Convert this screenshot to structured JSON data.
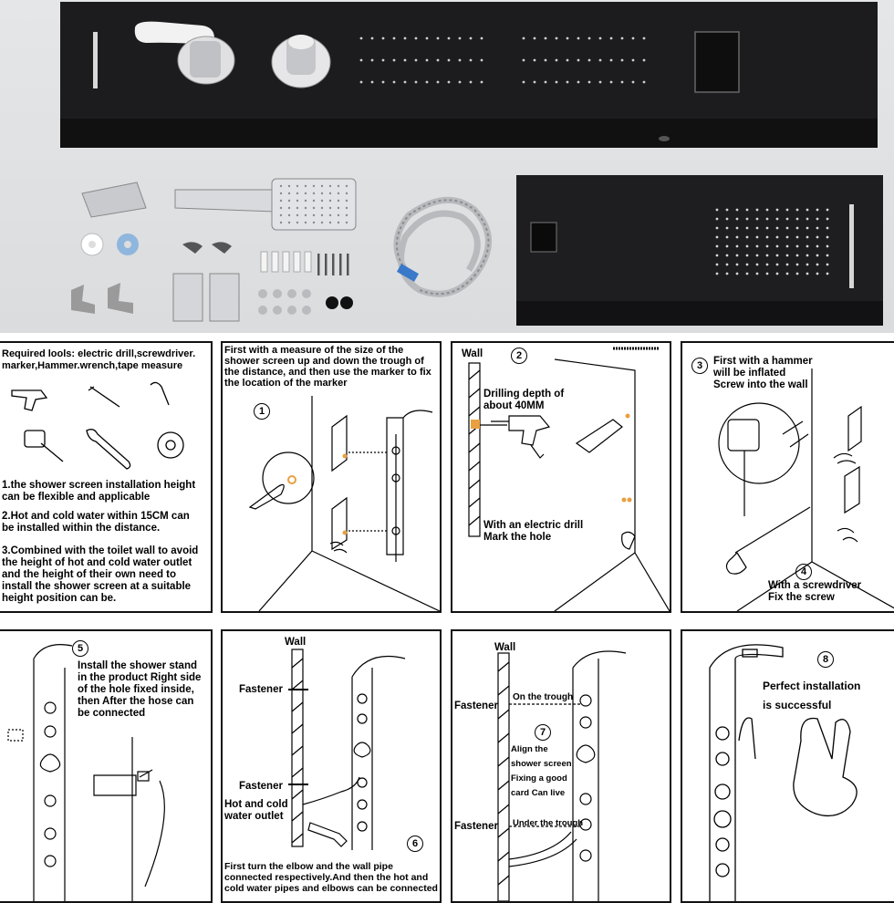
{
  "tools": {
    "title": "Required lools: electric drill,screwdriver. marker,Hammer.wrench,tape measure",
    "note1": "1.the shower screen installation height can be flexible and applicable",
    "note2": "2.Hot and cold water within 15CM can be installed within the distance.",
    "note3": "3.Combined with the toilet wall to avoid the height of hot and cold water outlet and the height of their own need to install the shower screen at a suitable height position can be."
  },
  "step1": {
    "number": "1",
    "text": "First with a measure of the size of the shower screen up and down the trough of the distance, and then use the marker to fix the location of the marker"
  },
  "step2": {
    "number": "2",
    "wall": "Wall",
    "drilling": "Drilling depth of about 40MM",
    "drill": "With an electric drill Mark the hole"
  },
  "step3": {
    "number": "3",
    "text": "First with a hammer will be inflated Screw into the wall",
    "number4": "4",
    "text4": "With a screwdriver Fix the screw"
  },
  "step5": {
    "number": "5",
    "text": "Install the shower stand in the product Right side of the hole fixed inside, then After the hose can be connected"
  },
  "step6": {
    "number": "6",
    "wall": "Wall",
    "fastener_top": "Fastener",
    "fastener_bottom": "Fastener",
    "outlet": "Hot and cold water outlet",
    "text": "First turn the elbow and the wall pipe connected respectively.And then the hot and cold water pipes and elbows can be connected"
  },
  "step7": {
    "number": "7",
    "wall": "Wall",
    "fastener_top": "Fastener",
    "fastener_bottom": "Fastener",
    "trough_top": "On the trough",
    "align": "Align the shower screen Fixing a good card Can live",
    "trough_bottom": "Under the trough"
  },
  "step8": {
    "number": "8",
    "text": "Perfect installation is successful"
  },
  "colors": {
    "panel_black": "#1b1b1d",
    "chrome": "#c9cbcf",
    "mark": "#e8a040"
  }
}
